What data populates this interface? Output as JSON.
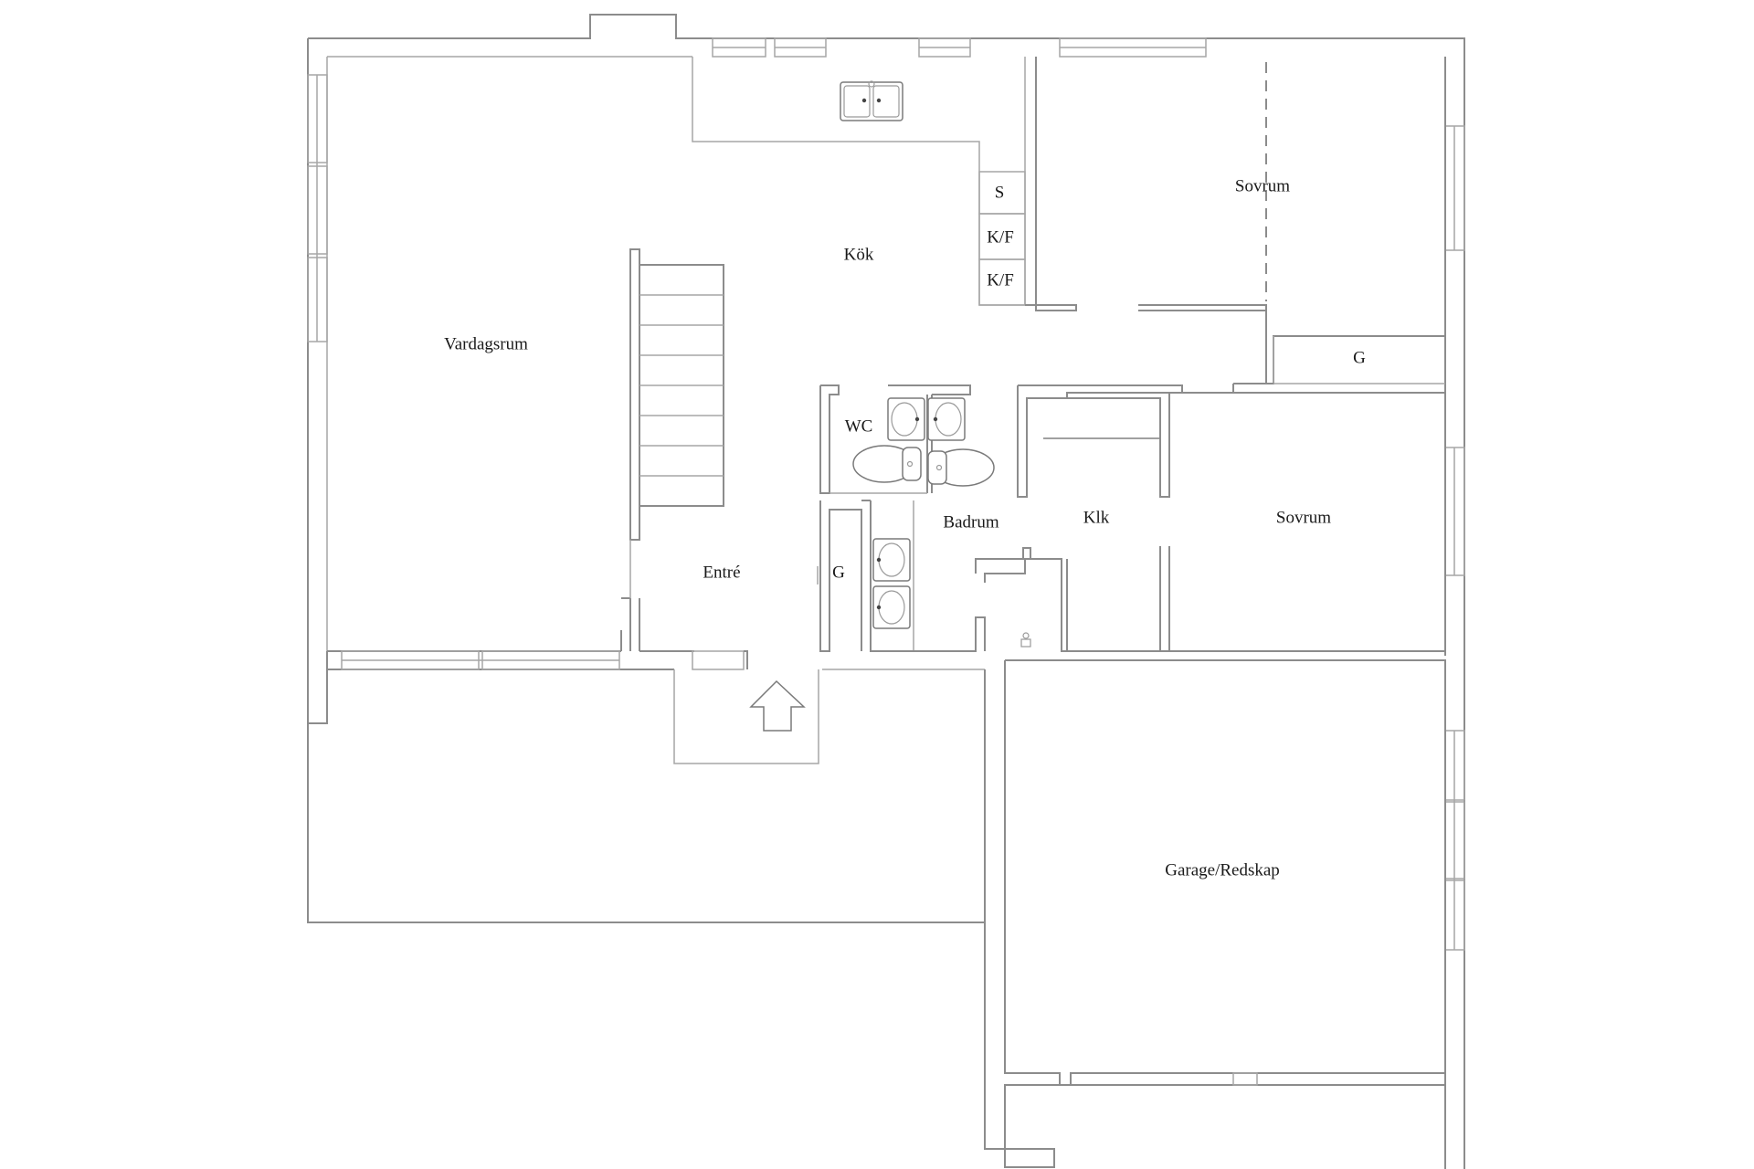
{
  "plan": {
    "rooms": {
      "vardagsrum": "Vardagsrum",
      "kok": "Kök",
      "sovrum_top": "Sovrum",
      "sovrum_mid": "Sovrum",
      "wc": "WC",
      "badrum": "Badrum",
      "klk": "Klk",
      "entre": "Entré",
      "garderob_hall": "G",
      "garderob_bedroom": "G",
      "garage": "Garage/Redskap"
    },
    "kitchen_units": {
      "s": "S",
      "kf1": "K/F",
      "kf2": "K/F"
    }
  }
}
